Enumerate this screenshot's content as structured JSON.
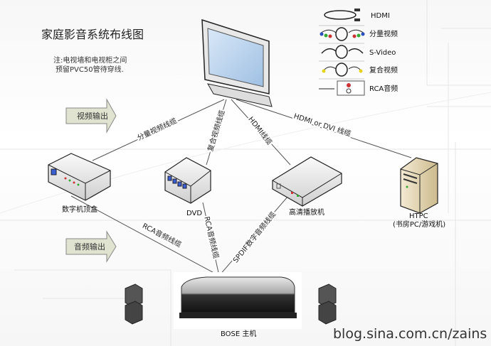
{
  "title": "家庭影音系统布线图",
  "note": [
    "注:电视墙和电视柜之间",
    "预留PVC50管待穿线."
  ],
  "arrows": {
    "video_out": "视频输出",
    "audio_out": "音频输出"
  },
  "legend": [
    {
      "label": "HDMI",
      "icon": "hdmi-cable-icon"
    },
    {
      "label": "分量视频",
      "icon": "component-cable-icon"
    },
    {
      "label": "S-Video",
      "icon": "svideo-cable-icon"
    },
    {
      "label": "复合视频",
      "icon": "composite-cable-icon"
    },
    {
      "label": "RCA音频",
      "icon": "rca-audio-cable-icon"
    }
  ],
  "devices": {
    "stb": "数字机顶盒",
    "dvd": "DVD",
    "hd_player": "高清播放机",
    "htpc": "HTPC",
    "htpc_sub": "(书房PC/游戏机)",
    "bose": "BOSE 主机"
  },
  "cables": {
    "component": "分量视频线缆",
    "composite": "复合视频线缆",
    "hdmi": "HDMI线缆",
    "hdmi_dvi": "HDMI or DVI 线缆",
    "rca_stb": "RCA音频线缆",
    "rca_dvd": "RCA音频线缆",
    "spdif": "SPDIF数字音频线缆"
  },
  "watermark": "blog.sina.com.cn/zains"
}
